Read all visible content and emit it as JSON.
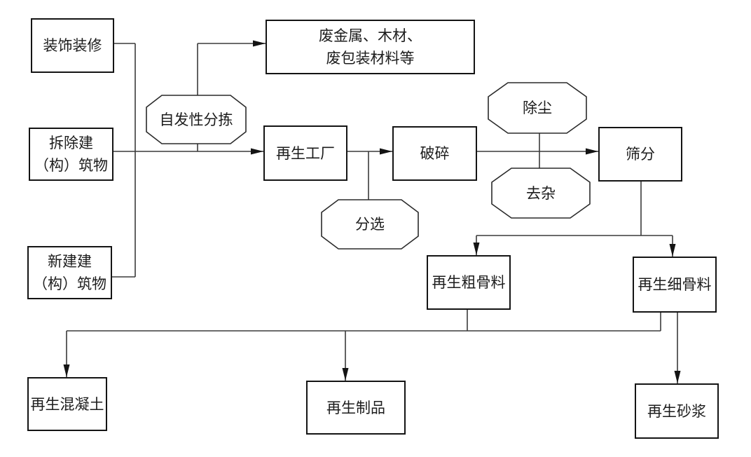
{
  "diagram": {
    "type": "flowchart",
    "language": "zh-CN",
    "colors": {
      "background": "#ffffff",
      "node_border": "#141414",
      "connector": "#3a3a3a",
      "text": "#1c1c1c"
    },
    "nodes": {
      "decoration": {
        "shape": "rect",
        "lines": [
          "装饰装修"
        ]
      },
      "demolition": {
        "shape": "rect",
        "lines": [
          "拆除建",
          "（构）筑物"
        ]
      },
      "new_construction": {
        "shape": "rect",
        "lines": [
          "新建建",
          "（构）筑物"
        ]
      },
      "spontaneous_sorting": {
        "shape": "octagon",
        "lines": [
          "自发性分拣"
        ]
      },
      "waste_materials": {
        "shape": "rect",
        "lines": [
          "废金属、木材、",
          "废包装材料等"
        ]
      },
      "recycling_plant": {
        "shape": "rect",
        "lines": [
          "再生工厂"
        ]
      },
      "sorting": {
        "shape": "octagon",
        "lines": [
          "分选"
        ]
      },
      "crushing": {
        "shape": "rect",
        "lines": [
          "破碎"
        ]
      },
      "dust_removal": {
        "shape": "octagon",
        "lines": [
          "除尘"
        ]
      },
      "impurity_removal": {
        "shape": "octagon",
        "lines": [
          "去杂"
        ]
      },
      "screening": {
        "shape": "rect",
        "lines": [
          "筛分"
        ]
      },
      "coarse_aggregate": {
        "shape": "rect",
        "lines": [
          "再生粗骨料"
        ]
      },
      "fine_aggregate": {
        "shape": "rect",
        "lines": [
          "再生细骨料"
        ]
      },
      "recycled_concrete": {
        "shape": "rect",
        "lines": [
          "再生混凝土"
        ]
      },
      "recycled_products": {
        "shape": "rect",
        "lines": [
          "再生制品"
        ]
      },
      "recycled_mortar": {
        "shape": "rect",
        "lines": [
          "再生砂浆"
        ]
      }
    },
    "edges": [
      {
        "from": "decoration",
        "to": "trunk",
        "arrow": false
      },
      {
        "from": "demolition",
        "to": "recycling_plant",
        "arrow": true
      },
      {
        "from": "new_construction",
        "to": "trunk",
        "arrow": false
      },
      {
        "from": "trunk",
        "via": "spontaneous_sorting",
        "to": "waste_materials",
        "arrow": true
      },
      {
        "from": "recycling_plant",
        "to": "crushing",
        "arrow": true
      },
      {
        "from": "recycling_plant",
        "to": "sorting",
        "arrow": false
      },
      {
        "from": "crushing",
        "to": "screening",
        "arrow": true
      },
      {
        "from": "dust_removal",
        "to": "impurity_removal",
        "arrow": false
      },
      {
        "from": "screening",
        "to": "coarse_aggregate",
        "arrow": true
      },
      {
        "from": "screening",
        "to": "fine_aggregate",
        "arrow": true
      },
      {
        "from": "coarse_aggregate",
        "to": "distribution_line",
        "arrow": false
      },
      {
        "from": "fine_aggregate",
        "to": "distribution_line",
        "arrow": false
      },
      {
        "from": "distribution_line",
        "to": "recycled_concrete",
        "arrow": true
      },
      {
        "from": "distribution_line",
        "to": "recycled_products",
        "arrow": true
      },
      {
        "from": "fine_aggregate",
        "to": "recycled_mortar",
        "arrow": true
      }
    ]
  }
}
